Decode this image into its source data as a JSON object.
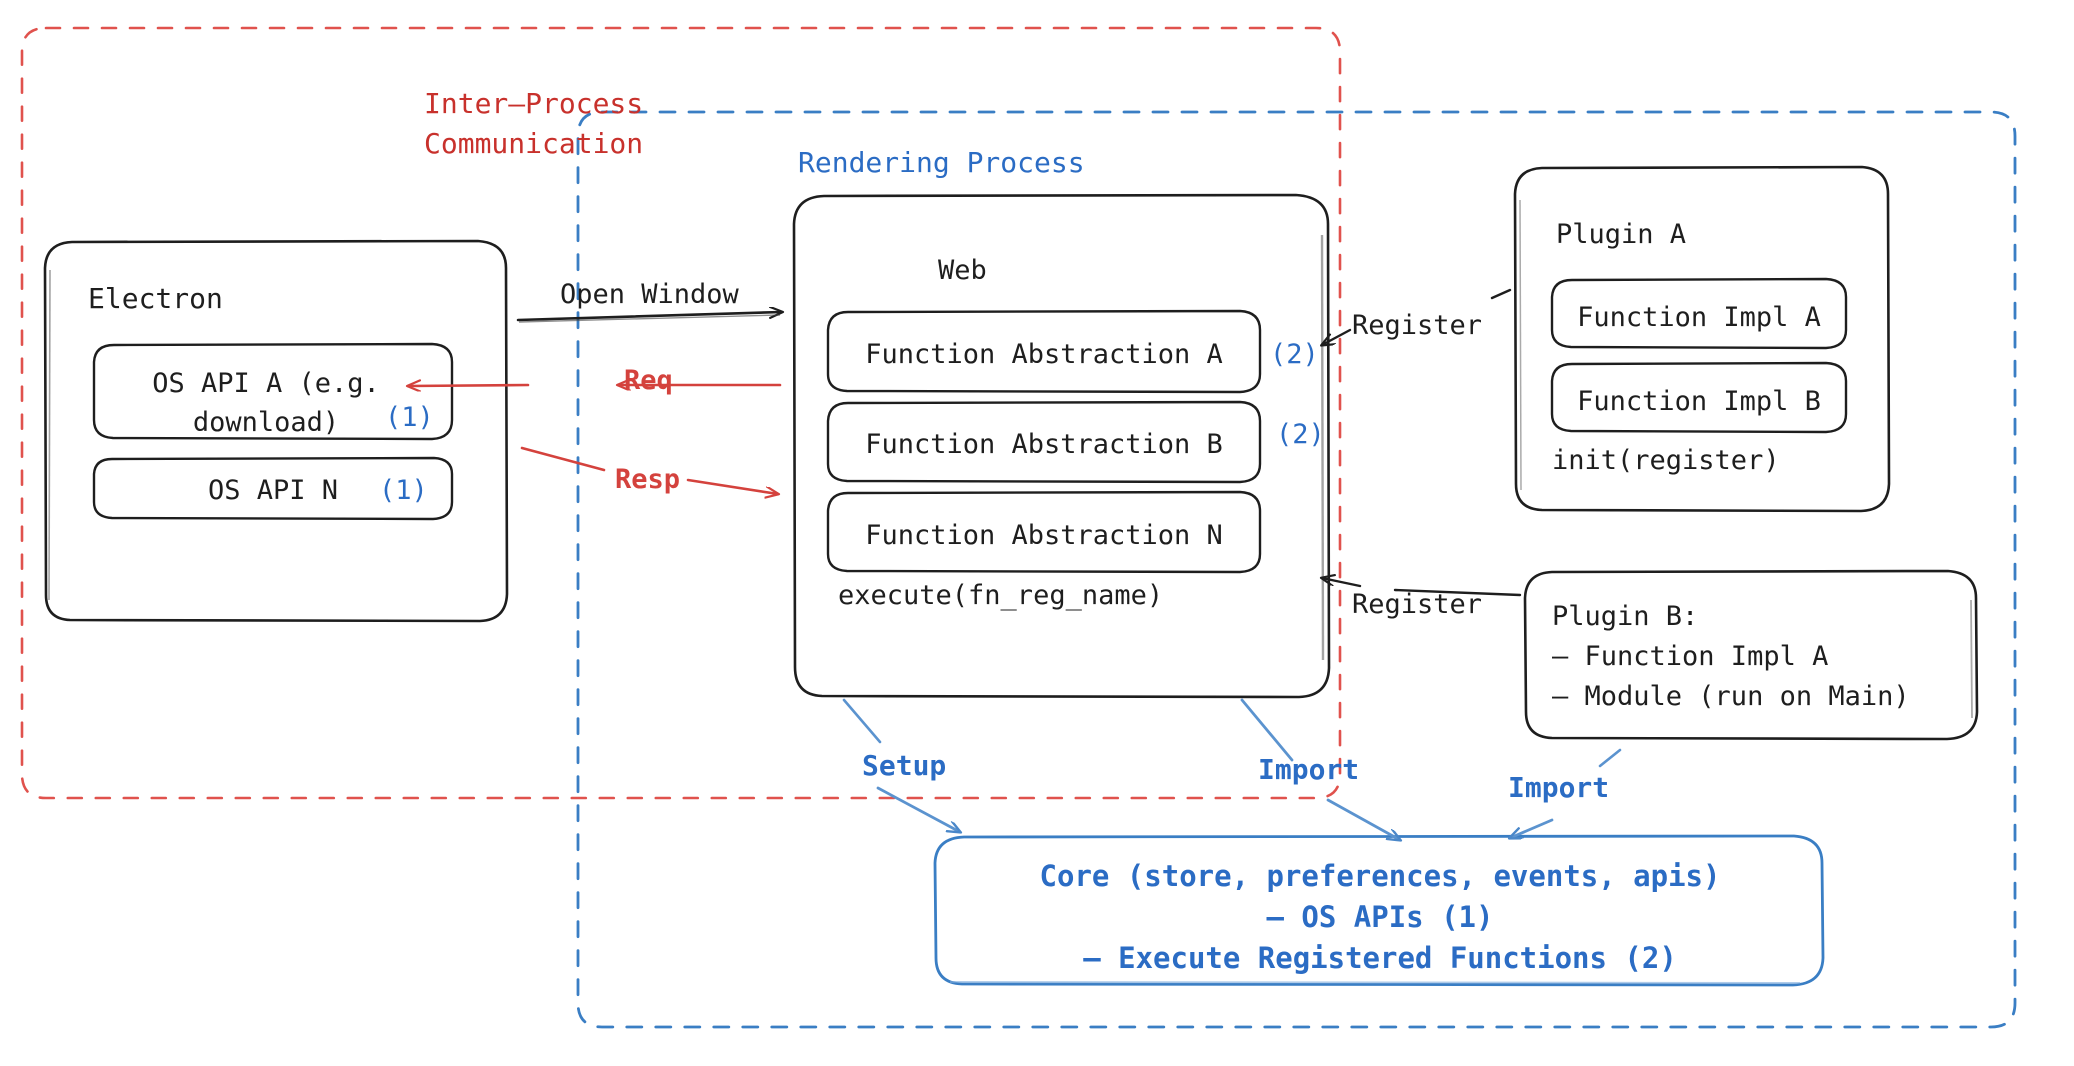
{
  "regions": {
    "ipc": {
      "label": "Inter–Process\nCommunication",
      "color": "#c8312c",
      "style": "dashed"
    },
    "rendering_process": {
      "label": "Rendering Process",
      "color": "#2b6cc4",
      "style": "dashed"
    }
  },
  "electron": {
    "title": "Electron",
    "apis": [
      {
        "label": "OS API A (e.g.\ndownload)",
        "marker": "(1)"
      },
      {
        "label": "OS API N",
        "marker": "(1)"
      }
    ]
  },
  "arrows": {
    "open_window": {
      "label": "Open Window",
      "color": "#1e1e1e"
    },
    "req": {
      "label": "Req",
      "color": "#d4423d"
    },
    "resp": {
      "label": "Resp",
      "color": "#d4423d"
    },
    "register_top": {
      "label": "Register",
      "color": "#1e1e1e"
    },
    "register_bottom": {
      "label": "Register",
      "color": "#1e1e1e"
    },
    "setup": {
      "label": "Setup",
      "color": "#2b6cc4"
    },
    "import_web": {
      "label": "Import",
      "color": "#2b6cc4"
    },
    "import_plugin_b": {
      "label": "Import",
      "color": "#2b6cc4"
    }
  },
  "web": {
    "title": "Web",
    "abstractions": [
      {
        "label": "Function Abstraction A",
        "marker": "(2)"
      },
      {
        "label": "Function Abstraction B",
        "marker": "(2)"
      },
      {
        "label": "Function Abstraction N",
        "marker": ""
      }
    ],
    "footer": "execute(fn_reg_name)"
  },
  "plugin_a": {
    "title": "Plugin A",
    "impls": [
      {
        "label": "Function Impl A"
      },
      {
        "label": "Function Impl B"
      }
    ],
    "footer": "init(register)"
  },
  "plugin_b": {
    "text": "Plugin B:\n– Function Impl A\n– Module (run on Main)"
  },
  "core": {
    "text": "Core (store, preferences, events, apis)\n– OS APIs (1)\n– Execute Registered Functions (2)",
    "color": "#2b6cc4"
  }
}
